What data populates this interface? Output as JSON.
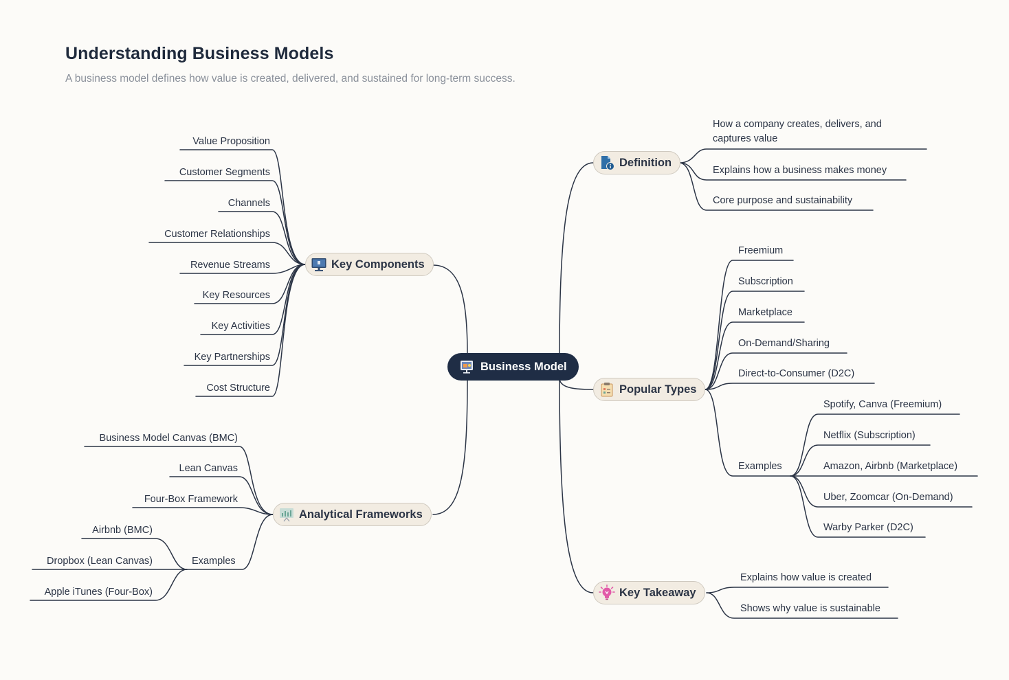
{
  "title": "Understanding Business Models",
  "subtitle": "A business model defines how value is created, delivered, and sustained for long-term success.",
  "center": {
    "label": "Business Model",
    "icon": "presentation-icon"
  },
  "key_components": {
    "label": "Key Components",
    "icon": "monitor-icon",
    "items": [
      "Value Proposition",
      "Customer Segments",
      "Channels",
      "Customer Relationships",
      "Revenue Streams",
      "Key Resources",
      "Key Activities",
      "Key Partnerships",
      "Cost Structure"
    ]
  },
  "analytical_frameworks": {
    "label": "Analytical Frameworks",
    "icon": "chart-board-icon",
    "items": [
      "Business Model Canvas (BMC)",
      "Lean Canvas",
      "Four-Box Framework"
    ],
    "examples": {
      "label": "Examples",
      "items": [
        "Airbnb (BMC)",
        "Dropbox (Lean Canvas)",
        "Apple iTunes (Four-Box)"
      ]
    }
  },
  "definition": {
    "label": "Definition",
    "icon": "document-info-icon",
    "items": [
      "How a company creates, delivers, and captures value",
      "Explains how a business makes money",
      "Core purpose and sustainability"
    ]
  },
  "popular_types": {
    "label": "Popular Types",
    "icon": "clipboard-icon",
    "items": [
      "Freemium",
      "Subscription",
      "Marketplace",
      "On-Demand/Sharing",
      "Direct-to-Consumer (D2C)"
    ],
    "examples": {
      "label": "Examples",
      "items": [
        "Spotify, Canva (Freemium)",
        "Netflix (Subscription)",
        "Amazon, Airbnb (Marketplace)",
        "Uber, Zoomcar (On-Demand)",
        "Warby Parker (D2C)"
      ]
    }
  },
  "key_takeaway": {
    "label": "Key Takeaway",
    "icon": "lightbulb-icon",
    "items": [
      "Explains how value is created",
      "Shows why value is sustainable"
    ]
  },
  "colors": {
    "line": "#2b3445",
    "node_fill": "#f2ece2",
    "node_border": "#cfc9bf",
    "center_fill": "#1f2d45",
    "subtitle": "#8a909a"
  }
}
